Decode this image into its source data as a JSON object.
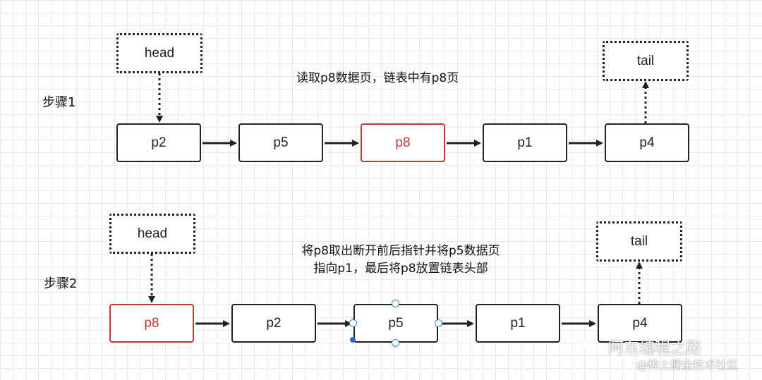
{
  "step1": {
    "label": "步骤1",
    "caption": "读取p8数据页，链表中有p8页",
    "head": "head",
    "tail": "tail",
    "nodes": [
      "p2",
      "p5",
      "p8",
      "p1",
      "p4"
    ],
    "highlighted": "p8"
  },
  "step2": {
    "label": "步骤2",
    "caption_line1": "将p8取出断开前后指针并将p5数据页",
    "caption_line2": "指向p1，最后将p8放置链表头部",
    "head": "head",
    "tail": "tail",
    "nodes": [
      "p8",
      "p2",
      "p5",
      "p1",
      "p4"
    ],
    "highlighted": "p8",
    "selected": "p5"
  },
  "watermark": {
    "line1": "阿东编程之路",
    "line2": "@稀土掘金技术社区"
  },
  "colors": {
    "highlight": "#c0393b",
    "border": "#222222",
    "handle": "#3b86c9"
  }
}
